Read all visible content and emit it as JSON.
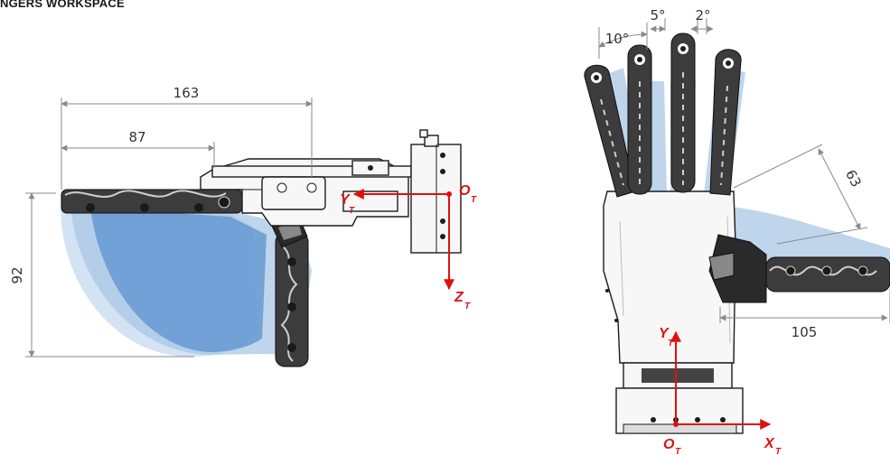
{
  "title": "NGERS WORKSPACE",
  "side_view": {
    "dims": {
      "length_full": "163",
      "length_short": "87",
      "height": "92"
    },
    "axes": {
      "origin": "O",
      "origin_sub": "T",
      "y_label": "Y",
      "y_sub": "T",
      "z_label": "Z",
      "z_sub": "T"
    }
  },
  "top_view": {
    "dims": {
      "finger_gap_1": "10°",
      "finger_gap_2": "5°",
      "finger_gap_3": "2°",
      "thumb_reach": "63",
      "thumb_length": "105"
    },
    "axes": {
      "y_label": "Y",
      "y_sub": "T",
      "origin": "O",
      "origin_sub": "T",
      "x_label": "X",
      "x_sub": "T"
    }
  },
  "colors": {
    "workspace_light": "#a9c7e6",
    "workspace_dark": "#5b92cf",
    "axis": "#e01010"
  }
}
